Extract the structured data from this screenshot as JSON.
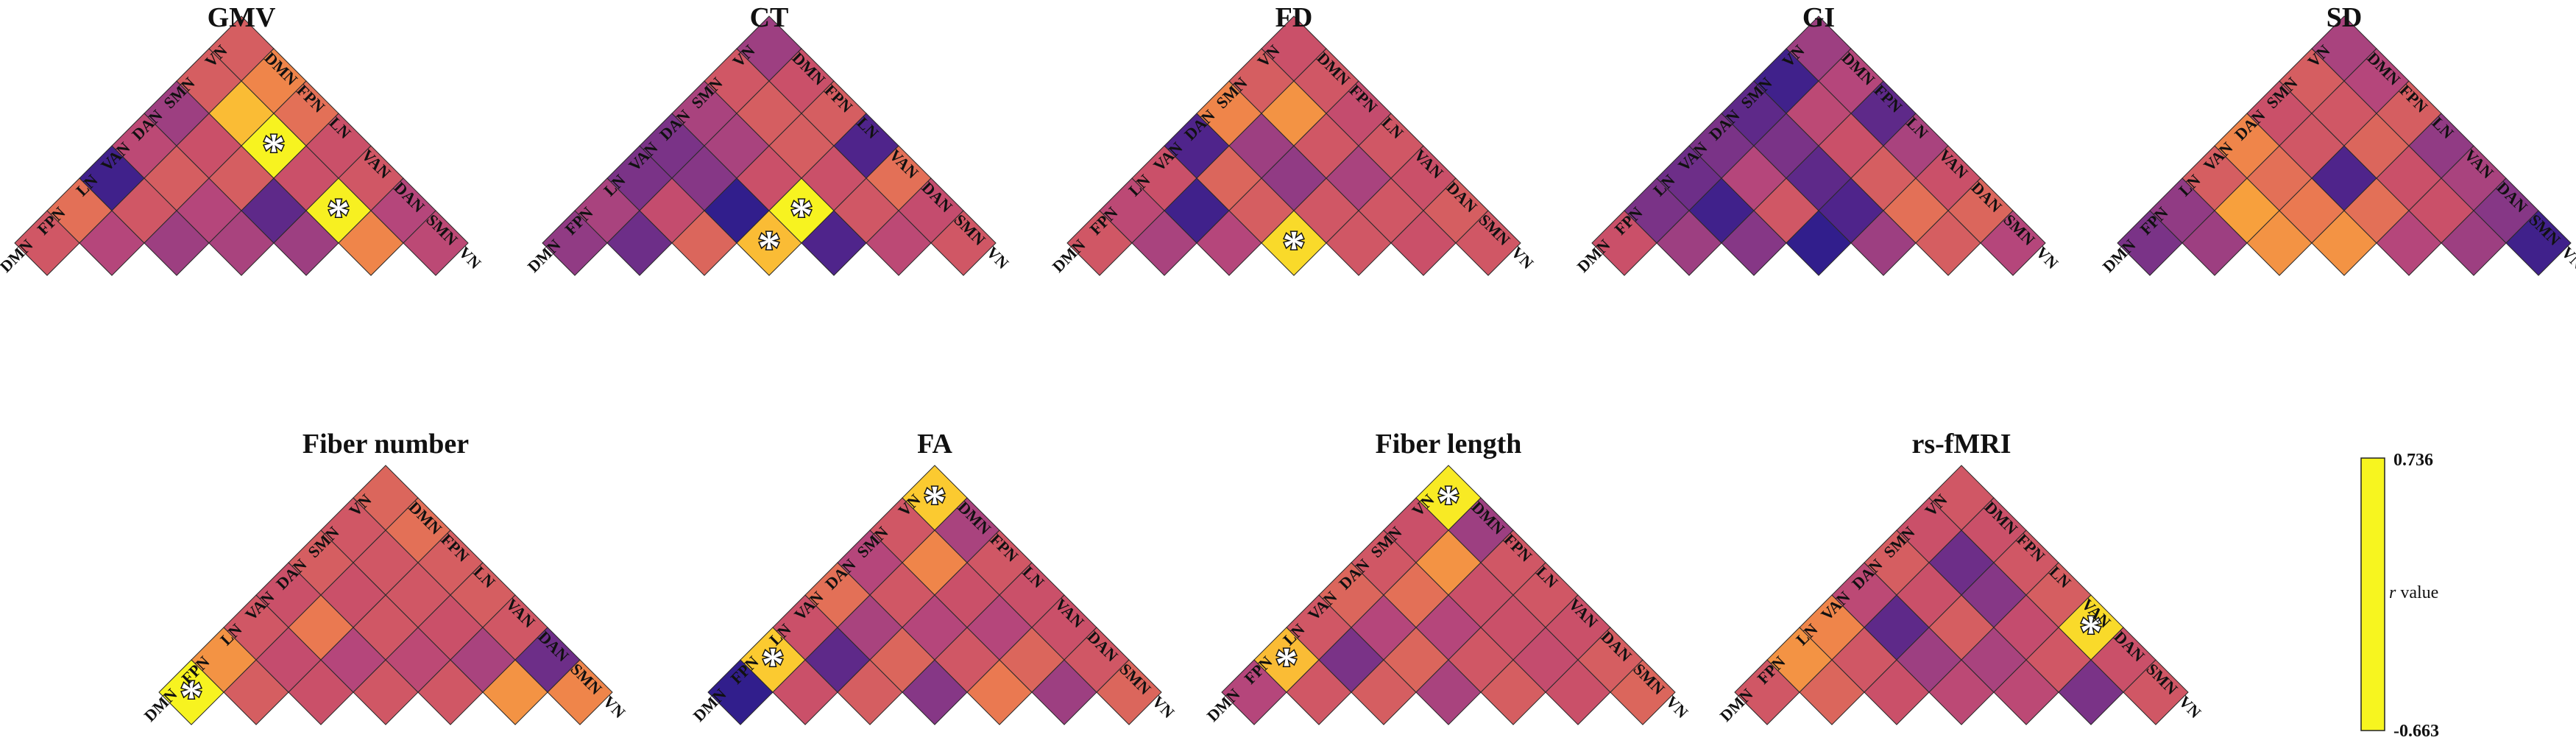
{
  "networks": [
    "DMN",
    "FPN",
    "LN",
    "VAN",
    "DAN",
    "SMN",
    "VN"
  ],
  "colormap": [
    "#f7f51f",
    "#fbc931",
    "#f8a23c",
    "#ec7c4f",
    "#d8625f",
    "#c94e6a",
    "#b4467b",
    "#933c84",
    "#723088",
    "#48228b",
    "#1f1b8c"
  ],
  "colorbar": {
    "max": "0.736",
    "min": "-0.663",
    "label_italic": "r",
    "label_rest": " value",
    "vmax": 0.736,
    "vmin": -0.663
  },
  "chart_data": [
    {
      "type": "heatmap",
      "title": "GMV",
      "networks": [
        "DMN",
        "FPN",
        "LN",
        "VAN",
        "DAN",
        "SMN",
        "VN"
      ],
      "matrix": [
        [
          0.1,
          0.25,
          -0.55,
          -0.05,
          -0.2,
          0.15,
          0.15
        ],
        [
          0.25,
          -0.1,
          0.1,
          0.15,
          0.05,
          0.55,
          0.35
        ],
        [
          -0.55,
          0.1,
          -0.2,
          -0.1,
          0.15,
          0.73,
          0.25
        ],
        [
          -0.05,
          0.15,
          -0.1,
          -0.15,
          -0.45,
          0.05,
          0.05
        ],
        [
          -0.2,
          0.05,
          0.15,
          -0.45,
          -0.2,
          0.72,
          0.1
        ],
        [
          0.15,
          0.55,
          0.73,
          0.05,
          0.72,
          0.35,
          -0.1
        ],
        [
          0.15,
          0.35,
          0.25,
          0.05,
          0.1,
          -0.1,
          -0.05
        ]
      ],
      "significant": [
        [
          2,
          5
        ],
        [
          4,
          5
        ]
      ]
    },
    {
      "type": "heatmap",
      "title": "CT",
      "networks": [
        "DMN",
        "FPN",
        "LN",
        "VAN",
        "DAN",
        "SMN",
        "VN"
      ],
      "matrix": [
        [
          -0.25,
          -0.15,
          -0.35,
          -0.35,
          -0.15,
          0.1,
          -0.2
        ],
        [
          -0.15,
          -0.4,
          0.0,
          -0.3,
          -0.15,
          0.15,
          0.05
        ],
        [
          -0.35,
          0.0,
          0.2,
          -0.6,
          0.05,
          0.15,
          0.15
        ],
        [
          -0.35,
          -0.3,
          -0.6,
          0.55,
          0.73,
          0.05,
          -0.5
        ],
        [
          -0.15,
          -0.15,
          0.05,
          0.73,
          -0.5,
          0.1,
          0.25
        ],
        [
          0.1,
          0.15,
          0.15,
          0.05,
          0.1,
          -0.05,
          0.0
        ],
        [
          -0.2,
          0.05,
          0.15,
          -0.5,
          0.25,
          0.0,
          0.1
        ]
      ],
      "significant": [
        [
          3,
          3
        ],
        [
          3,
          4
        ]
      ]
    },
    {
      "type": "heatmap",
      "title": "FD",
      "networks": [
        "DMN",
        "FPN",
        "LN",
        "VAN",
        "DAN",
        "SMN",
        "VN"
      ],
      "matrix": [
        [
          0.1,
          -0.05,
          0.05,
          -0.5,
          0.35,
          0.15,
          0.05
        ],
        [
          -0.05,
          -0.15,
          -0.55,
          0.2,
          -0.2,
          0.4,
          0.1
        ],
        [
          0.05,
          -0.55,
          -0.1,
          0.15,
          -0.25,
          0.1,
          0.0
        ],
        [
          -0.5,
          0.2,
          0.15,
          0.65,
          0.1,
          -0.15,
          0.1
        ],
        [
          0.35,
          -0.2,
          -0.25,
          0.1,
          0.1,
          0.1,
          0.05
        ],
        [
          0.15,
          0.4,
          0.1,
          -0.15,
          0.1,
          0.05,
          0.15
        ],
        [
          0.05,
          0.1,
          0.0,
          0.1,
          0.05,
          0.15,
          0.1
        ]
      ],
      "significant": [
        [
          3,
          3
        ]
      ]
    },
    {
      "type": "heatmap",
      "title": "GI",
      "networks": [
        "DMN",
        "FPN",
        "LN",
        "VAN",
        "DAN",
        "SMN",
        "VN"
      ],
      "matrix": [
        [
          0.05,
          -0.35,
          -0.4,
          -0.35,
          -0.45,
          -0.55,
          -0.2
        ],
        [
          -0.35,
          -0.2,
          -0.55,
          -0.1,
          -0.35,
          -0.05,
          -0.1
        ],
        [
          -0.4,
          -0.55,
          -0.3,
          0.1,
          -0.45,
          0.05,
          -0.45
        ],
        [
          -0.35,
          -0.1,
          0.1,
          -0.6,
          -0.5,
          0.15,
          -0.15
        ],
        [
          -0.45,
          -0.35,
          -0.45,
          -0.5,
          -0.2,
          0.25,
          0.05
        ],
        [
          -0.55,
          -0.05,
          0.05,
          0.15,
          0.25,
          0.15,
          0.2
        ],
        [
          -0.2,
          -0.1,
          -0.45,
          -0.15,
          0.05,
          0.2,
          -0.1
        ]
      ],
      "significant": []
    },
    {
      "type": "heatmap",
      "title": "SD",
      "networks": [
        "DMN",
        "FPN",
        "LN",
        "VAN",
        "DAN",
        "SMN",
        "VN"
      ],
      "matrix": [
        [
          -0.35,
          -0.25,
          0.15,
          0.35,
          0.05,
          0.15,
          -0.15
        ],
        [
          -0.25,
          -0.2,
          0.45,
          0.25,
          0.1,
          0.1,
          -0.1
        ],
        [
          0.15,
          0.45,
          0.4,
          0.3,
          -0.5,
          0.2,
          0.15
        ],
        [
          0.35,
          0.25,
          0.3,
          0.4,
          0.25,
          0.05,
          -0.25
        ],
        [
          0.05,
          0.1,
          -0.5,
          0.25,
          -0.1,
          0.05,
          -0.15
        ],
        [
          0.15,
          0.1,
          0.2,
          0.05,
          0.05,
          -0.2,
          -0.3
        ],
        [
          -0.15,
          -0.1,
          0.15,
          -0.25,
          -0.15,
          -0.3,
          -0.55
        ]
      ],
      "significant": []
    },
    {
      "type": "heatmap",
      "title": "Fiber number",
      "networks": [
        "DMN",
        "FPN",
        "LN",
        "VAN",
        "DAN",
        "SMN",
        "VN"
      ],
      "matrix": [
        [
          0.73,
          0.4,
          0.1,
          0.05,
          0.15,
          0.1,
          0.2
        ],
        [
          0.4,
          0.15,
          0.0,
          0.3,
          0.05,
          0.1,
          0.25
        ],
        [
          0.1,
          0.0,
          0.05,
          -0.1,
          0.1,
          0.1,
          0.15
        ],
        [
          0.05,
          0.3,
          -0.1,
          0.1,
          -0.05,
          0.05,
          0.15
        ],
        [
          0.15,
          0.05,
          0.1,
          -0.05,
          0.1,
          -0.15,
          0.1
        ],
        [
          0.1,
          0.1,
          0.1,
          0.05,
          -0.15,
          0.4,
          -0.4
        ],
        [
          0.2,
          0.25,
          0.15,
          0.15,
          0.1,
          -0.4,
          0.35
        ]
      ],
      "significant": [
        [
          0,
          0
        ]
      ]
    },
    {
      "type": "heatmap",
      "title": "FA",
      "networks": [
        "DMN",
        "FPN",
        "LN",
        "VAN",
        "DAN",
        "SMN",
        "VN"
      ],
      "matrix": [
        [
          -0.6,
          0.6,
          0.05,
          0.25,
          -0.1,
          0.1,
          0.6
        ],
        [
          0.6,
          0.05,
          -0.45,
          -0.15,
          0.1,
          0.35,
          -0.15
        ],
        [
          0.05,
          -0.45,
          0.15,
          0.2,
          -0.1,
          0.05,
          0.1
        ],
        [
          0.25,
          -0.15,
          0.2,
          -0.3,
          0.1,
          -0.1,
          0.05
        ],
        [
          -0.1,
          0.1,
          -0.1,
          0.1,
          0.3,
          0.2,
          0.05
        ],
        [
          0.1,
          0.35,
          0.05,
          -0.1,
          0.2,
          -0.2,
          0.1
        ],
        [
          0.6,
          -0.15,
          0.1,
          0.05,
          0.05,
          0.1,
          0.2
        ]
      ],
      "significant": [
        [
          0,
          1
        ],
        [
          0,
          6
        ],
        [
          1,
          0
        ]
      ]
    },
    {
      "type": "heatmap",
      "title": "Fiber length",
      "networks": [
        "DMN",
        "FPN",
        "LN",
        "VAN",
        "DAN",
        "SMN",
        "VN"
      ],
      "matrix": [
        [
          -0.1,
          0.55,
          0.1,
          0.2,
          0.1,
          0.05,
          0.7
        ],
        [
          0.55,
          0.1,
          -0.35,
          -0.1,
          0.25,
          0.4,
          -0.2
        ],
        [
          0.1,
          -0.35,
          0.15,
          0.2,
          -0.1,
          0.05,
          0.1
        ],
        [
          0.2,
          -0.1,
          0.2,
          -0.15,
          0.1,
          0.05,
          0.1
        ],
        [
          0.1,
          0.25,
          -0.1,
          0.1,
          0.15,
          0.0,
          0.05
        ],
        [
          0.05,
          0.4,
          0.05,
          0.05,
          0.0,
          0.05,
          0.15
        ],
        [
          0.7,
          -0.2,
          0.1,
          0.1,
          0.05,
          0.15,
          0.2
        ]
      ],
      "significant": [
        [
          0,
          1
        ],
        [
          0,
          6
        ],
        [
          1,
          0
        ]
      ]
    },
    {
      "type": "heatmap",
      "title": "rs-fMRI",
      "networks": [
        "DMN",
        "FPN",
        "LN",
        "VAN",
        "DAN",
        "SMN",
        "VN"
      ],
      "matrix": [
        [
          0.1,
          0.4,
          0.35,
          -0.05,
          0.15,
          0.05,
          0.1
        ],
        [
          0.4,
          0.2,
          0.1,
          -0.45,
          0.05,
          -0.4,
          0.05
        ],
        [
          0.35,
          0.1,
          0.05,
          -0.2,
          0.15,
          -0.3,
          0.1
        ],
        [
          -0.05,
          -0.45,
          -0.2,
          -0.05,
          -0.15,
          0.0,
          0.15
        ],
        [
          0.15,
          0.05,
          0.15,
          -0.15,
          -0.05,
          0.1,
          0.65
        ],
        [
          0.05,
          -0.4,
          -0.3,
          0.0,
          0.1,
          -0.35,
          0.05
        ],
        [
          0.1,
          0.05,
          0.1,
          0.15,
          0.65,
          0.05,
          0.1
        ]
      ],
      "significant": [
        [
          4,
          6
        ]
      ]
    }
  ]
}
